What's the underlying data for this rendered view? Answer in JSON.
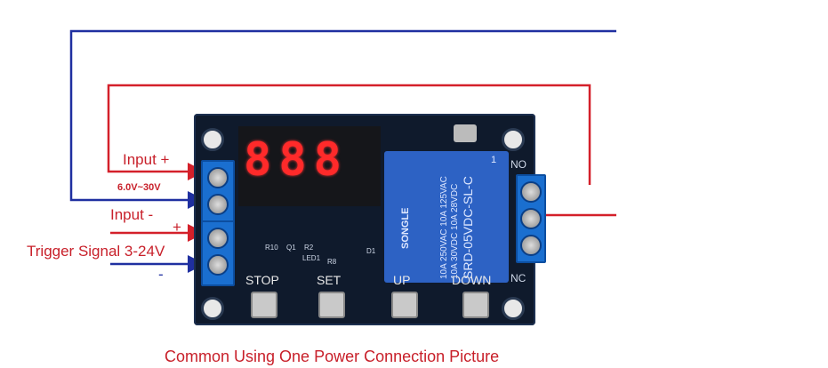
{
  "labels": {
    "input_plus": "Input +",
    "voltage_range": "6.0V~30V",
    "input_minus": "Input -",
    "trigger_plus": "+",
    "trigger_signal": "Trigger Signal 3-24V",
    "trigger_minus": "-",
    "caption": "Common Using One Power Connection Picture"
  },
  "board": {
    "display_digits": [
      "8",
      "8",
      "8"
    ],
    "buttons": [
      "STOP",
      "SET",
      "UP",
      "DOWN"
    ],
    "silkscreen": [
      "R10",
      "Q1",
      "R2",
      "LED1",
      "R8",
      "D1",
      "NC",
      "NO"
    ],
    "relay": {
      "brand": "SONGLE",
      "model": "SRD-05VDC-SL-C",
      "ratings": [
        "10A 250VAC 10A 125VAC",
        "10A 30VDC 10A 28VDC"
      ],
      "pin": "1"
    }
  },
  "colors": {
    "red_wire": "#d4202a",
    "blue_wire": "#1f2fa0",
    "label_red": "#c8202a"
  }
}
